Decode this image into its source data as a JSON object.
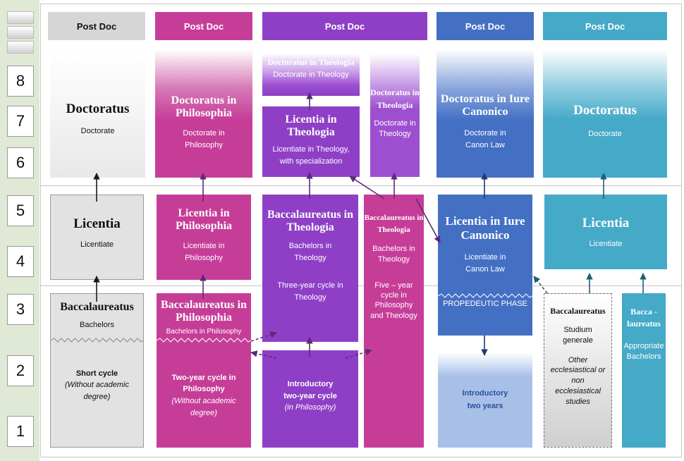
{
  "scale": [
    "8",
    "7",
    "6",
    "5",
    "4",
    "3",
    "2",
    "1"
  ],
  "headers": [
    "Post Doc",
    "Post Doc",
    "Post Doc",
    "Post Doc",
    "Post Doc"
  ],
  "col1": {
    "doc_title": "Doctoratus",
    "doc_sub": "Doctorate",
    "lic_title": "Licentia",
    "lic_sub": "Licentiate",
    "bac_title": "Baccalaureatus",
    "bac_sub": "Bachelors",
    "short_title": "Short cycle",
    "short_sub": "(Without academic degree)"
  },
  "col2": {
    "doc_title": "Doctoratus in Philosophia",
    "doc_sub": "Doctorate in Philosophy",
    "lic_title": "Licentia in Philosophia",
    "lic_sub": "Licentiate in Philosophy",
    "bac_title": "Baccalaureatus in Philosophia",
    "bac_sub": "Bachelors in Philosophy",
    "two_title": "Two-year cycle in Philosophy",
    "two_sub": "(Without academic degree)"
  },
  "col3": {
    "doc_title": "Doctoratus in Theologia",
    "doc_sub": "Doctorate in Theology",
    "lic_title": "Licentia in Theologia",
    "lic_sub": "Licentiate in Theology, with specialization",
    "bac_title": "Baccalaureatus in Theologia",
    "bac_sub": "Bachelors in Theology",
    "three_cycle": "Three-year cycle in Theology",
    "intro_title": "Introductory two-year cycle",
    "intro_sub": "(in Philosophy)"
  },
  "col3b": {
    "doc_title": "Doctoratus in Theologia",
    "doc_sub": "Doctorate in Theology",
    "bac_title": "Baccalaureatus in Theologia",
    "bac_sub": "Bachelors in Theology",
    "five_cycle": "Five – year cycle in Philosophy and Theology"
  },
  "col4": {
    "doc_title": "Doctoratus in Iure Canonico",
    "doc_sub": "Doctorate in Canon Law",
    "lic_title": "Licentia in Iure Canonico",
    "lic_sub": "Licentiate in Canon Law",
    "prop": "PROPEDEUTIC PHASE",
    "intro": "Introductory two years"
  },
  "col5": {
    "doc_title": "Doctoratus",
    "doc_sub": "Doctorate",
    "lic_title": "Licentia",
    "lic_sub": "Licentiate",
    "bac_title": "Baccalaureatus",
    "studium": "Studium generale",
    "other": "Other ecclesiastical or non ecclesiastical studies",
    "bacca_title": "Bacca - laureatus",
    "bacca_sub": "Appropriate Bachelors"
  },
  "colors": {
    "gray_header": "#d6d6d6",
    "magenta": "#c63d98",
    "purple": "#8e3fc6",
    "purple_light": "#9d4fd0",
    "blue": "#4470c4",
    "teal": "#45a9c8",
    "sidebar": "#dfe9d6"
  }
}
